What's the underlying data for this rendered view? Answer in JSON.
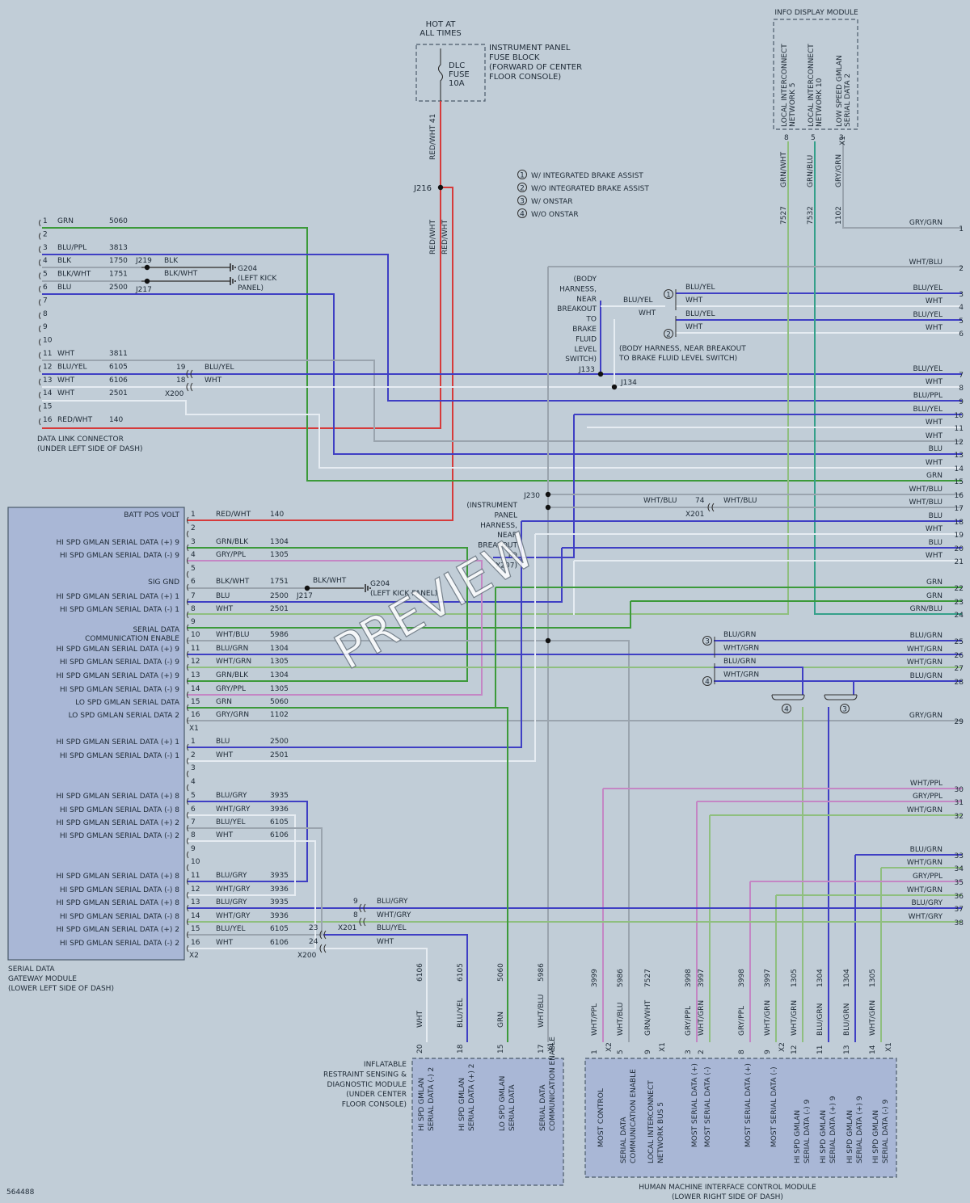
{
  "diagram_id": "564488",
  "fuse_block": {
    "hot_label": [
      "HOT AT",
      "ALL TIMES"
    ],
    "fuse": [
      "DLC",
      "FUSE",
      "10A"
    ],
    "name": [
      "INSTRUMENT PANEL",
      "FUSE BLOCK",
      "(FORWARD OF CENTER",
      "FLOOR CONSOLE)"
    ],
    "out_wire": "RED/WHT 41"
  },
  "splices": {
    "j216": "J216",
    "j219": "J219",
    "j217": "J217",
    "j133": "J133",
    "j134": "J134",
    "j230": "J230"
  },
  "legend": [
    {
      "n": "1",
      "t": "W/ INTEGRATED BRAKE ASSIST"
    },
    {
      "n": "2",
      "t": "W/O INTEGRATED BRAKE ASSIST"
    },
    {
      "n": "3",
      "t": "W/ ONSTAR"
    },
    {
      "n": "4",
      "t": "W/O ONSTAR"
    }
  ],
  "idm": {
    "title": "INFO DISPLAY MODULE",
    "pins": [
      {
        "label": [
          "LOCAL INTERCONNECT",
          "NETWORK 5"
        ],
        "pin": "8",
        "color": "GRN/WHT",
        "circuit": "7527"
      },
      {
        "label": [
          "LOCAL INTERCONNECT",
          "NETWORK 10"
        ],
        "pin": "5",
        "color": "GRN/BLU",
        "circuit": "7532"
      },
      {
        "label": [
          "LOW SPEED GMLAN",
          "SERIAL DATA 2"
        ],
        "pin": "3",
        "color": "GRY/GRN",
        "circuit": "1102"
      }
    ],
    "connector": "X1"
  },
  "dlc": {
    "title": [
      "DATA LINK CONNECTOR",
      "(UNDER LEFT SIDE OF DASH)"
    ],
    "pins": [
      {
        "n": "1",
        "c": "GRN",
        "ckt": "5060"
      },
      {
        "n": "2",
        "c": "",
        "ckt": ""
      },
      {
        "n": "3",
        "c": "BLU/PPL",
        "ckt": "3813"
      },
      {
        "n": "4",
        "c": "BLK",
        "ckt": "1750"
      },
      {
        "n": "5",
        "c": "BLK/WHT",
        "ckt": "1751"
      },
      {
        "n": "6",
        "c": "BLU",
        "ckt": "2500"
      },
      {
        "n": "7",
        "c": "",
        "ckt": ""
      },
      {
        "n": "8",
        "c": "",
        "ckt": ""
      },
      {
        "n": "9",
        "c": "",
        "ckt": ""
      },
      {
        "n": "10",
        "c": "",
        "ckt": ""
      },
      {
        "n": "11",
        "c": "WHT",
        "ckt": "3811"
      },
      {
        "n": "12",
        "c": "BLU/YEL",
        "ckt": "6105"
      },
      {
        "n": "13",
        "c": "WHT",
        "ckt": "6106"
      },
      {
        "n": "14",
        "c": "WHT",
        "ckt": "2501"
      },
      {
        "n": "15",
        "c": "",
        "ckt": ""
      },
      {
        "n": "16",
        "c": "RED/WHT",
        "ckt": "140"
      }
    ]
  },
  "x200_top": {
    "name": "X200",
    "p19": "19",
    "p18": "18",
    "w19": "BLU/YEL",
    "w18": "WHT"
  },
  "ground_top": {
    "blk": "BLK",
    "blkwht": "BLK/WHT",
    "name": "G204",
    "desc": [
      "(LEFT KICK",
      "PANEL)"
    ]
  },
  "body_harness": [
    "(BODY",
    "HARNESS,",
    "NEAR",
    "BREAKOUT",
    "TO",
    "BRAKE",
    "FLUID",
    "LEVEL",
    "SWITCH)"
  ],
  "body_harness2": [
    "(BODY HARNESS, NEAR BREAKOUT",
    "TO BRAKE FLUID LEVEL SWITCH)"
  ],
  "opt_wires": {
    "a1": "BLU/YEL",
    "a2": "WHT",
    "b1": "BLU/YEL",
    "b2": "WHT",
    "c1": "BLU/YEL",
    "c2": "WHT"
  },
  "ip_harness": [
    "(INSTRUMENT",
    "PANEL",
    "HARNESS,",
    "NEAR",
    "BREAKOUT",
    "TO",
    "X207)"
  ],
  "x201_top": {
    "name": "X201",
    "pin": "74",
    "left": "WHT/BLU",
    "right": "WHT/BLU"
  },
  "right_wires": [
    {
      "n": "1",
      "c": "GRY/GRN"
    },
    {
      "n": "2",
      "c": "WHT/BLU"
    },
    {
      "n": "3",
      "c": "BLU/YEL"
    },
    {
      "n": "4",
      "c": "WHT"
    },
    {
      "n": "5",
      "c": "BLU/YEL"
    },
    {
      "n": "6",
      "c": "WHT"
    },
    {
      "n": "7",
      "c": "BLU/YEL"
    },
    {
      "n": "8",
      "c": "WHT"
    },
    {
      "n": "9",
      "c": "BLU/PPL"
    },
    {
      "n": "10",
      "c": "BLU/YEL"
    },
    {
      "n": "11",
      "c": "WHT"
    },
    {
      "n": "12",
      "c": "WHT"
    },
    {
      "n": "13",
      "c": "BLU"
    },
    {
      "n": "14",
      "c": "WHT"
    },
    {
      "n": "15",
      "c": "GRN"
    },
    {
      "n": "16",
      "c": "WHT/BLU"
    },
    {
      "n": "17",
      "c": "WHT/BLU"
    },
    {
      "n": "18",
      "c": "BLU"
    },
    {
      "n": "19",
      "c": "WHT"
    },
    {
      "n": "20",
      "c": "BLU"
    },
    {
      "n": "21",
      "c": "WHT"
    },
    {
      "n": "22",
      "c": "GRN"
    },
    {
      "n": "23",
      "c": "GRN"
    },
    {
      "n": "24",
      "c": "GRN/BLU"
    },
    {
      "n": "25",
      "c": "BLU/GRN"
    },
    {
      "n": "26",
      "c": "WHT/GRN"
    },
    {
      "n": "27",
      "c": "WHT/GRN"
    },
    {
      "n": "28",
      "c": "BLU/GRN"
    },
    {
      "n": "29",
      "c": "GRY/GRN"
    },
    {
      "n": "30",
      "c": "WHT/PPL"
    },
    {
      "n": "31",
      "c": "GRY/PPL"
    },
    {
      "n": "32",
      "c": "WHT/GRN"
    },
    {
      "n": "33",
      "c": "BLU/GRN"
    },
    {
      "n": "34",
      "c": "WHT/GRN"
    },
    {
      "n": "35",
      "c": "GRY/PPL"
    },
    {
      "n": "36",
      "c": "WHT/GRN"
    },
    {
      "n": "37",
      "c": "BLU/GRY"
    },
    {
      "n": "38",
      "c": "WHT/GRY"
    }
  ],
  "onstar_wires": [
    "BLU/GRN",
    "WHT/GRN",
    "BLU/GRN",
    "WHT/GRN"
  ],
  "sdgm": {
    "title": [
      "SERIAL DATA",
      "GATEWAY MODULE",
      "(LOWER LEFT SIDE OF DASH)"
    ],
    "x1": [
      {
        "n": "1",
        "l": "BATT POS VOLT",
        "c": "RED/WHT",
        "ckt": "140"
      },
      {
        "n": "2",
        "l": "",
        "c": "",
        "ckt": ""
      },
      {
        "n": "3",
        "l": "HI SPD GMLAN SERIAL DATA (+) 9",
        "c": "GRN/BLK",
        "ckt": "1304"
      },
      {
        "n": "4",
        "l": "HI SPD GMLAN SERIAL DATA (-) 9",
        "c": "GRY/PPL",
        "ckt": "1305"
      },
      {
        "n": "5",
        "l": "",
        "c": "",
        "ckt": ""
      },
      {
        "n": "6",
        "l": "SIG GND",
        "c": "BLK/WHT",
        "ckt": "1751"
      },
      {
        "n": "7",
        "l": "HI SPD GMLAN SERIAL DATA (+) 1",
        "c": "BLU",
        "ckt": "2500"
      },
      {
        "n": "8",
        "l": "HI SPD GMLAN SERIAL DATA (-) 1",
        "c": "WHT",
        "ckt": "2501"
      },
      {
        "n": "9",
        "l": "",
        "c": "",
        "ckt": ""
      },
      {
        "n": "10",
        "l": "SERIAL DATA COMMUNICATION ENABLE",
        "c": "WHT/BLU",
        "ckt": "5986"
      },
      {
        "n": "11",
        "l": "HI SPD GMLAN SERIAL DATA (+) 9",
        "c": "BLU/GRN",
        "ckt": "1304"
      },
      {
        "n": "12",
        "l": "HI SPD GMLAN SERIAL DATA (-) 9",
        "c": "WHT/GRN",
        "ckt": "1305"
      },
      {
        "n": "13",
        "l": "HI SPD GMLAN SERIAL DATA (+) 9",
        "c": "GRN/BLK",
        "ckt": "1304"
      },
      {
        "n": "14",
        "l": "HI SPD GMLAN SERIAL DATA (-) 9",
        "c": "GRY/PPL",
        "ckt": "1305"
      },
      {
        "n": "15",
        "l": "LO SPD GMLAN SERIAL DATA",
        "c": "GRN",
        "ckt": "5060"
      },
      {
        "n": "16",
        "l": "LO SPD GMLAN SERIAL DATA 2",
        "c": "GRY/GRN",
        "ckt": "1102"
      }
    ],
    "x2": [
      {
        "n": "1",
        "l": "HI SPD GMLAN SERIAL DATA (+) 1",
        "c": "BLU",
        "ckt": "2500"
      },
      {
        "n": "2",
        "l": "HI SPD GMLAN SERIAL DATA (-) 1",
        "c": "WHT",
        "ckt": "2501"
      },
      {
        "n": "3",
        "l": "",
        "c": "",
        "ckt": ""
      },
      {
        "n": "4",
        "l": "",
        "c": "",
        "ckt": ""
      },
      {
        "n": "5",
        "l": "HI SPD GMLAN SERIAL DATA (+) 8",
        "c": "BLU/GRY",
        "ckt": "3935"
      },
      {
        "n": "6",
        "l": "HI SPD GMLAN SERIAL DATA (-) 8",
        "c": "WHT/GRY",
        "ckt": "3936"
      },
      {
        "n": "7",
        "l": "HI SPD GMLAN SERIAL DATA (+) 2",
        "c": "BLU/YEL",
        "ckt": "6105"
      },
      {
        "n": "8",
        "l": "HI SPD GMLAN SERIAL DATA (-) 2",
        "c": "WHT",
        "ckt": "6106"
      },
      {
        "n": "9",
        "l": "",
        "c": "",
        "ckt": ""
      },
      {
        "n": "10",
        "l": "",
        "c": "",
        "ckt": ""
      },
      {
        "n": "11",
        "l": "HI SPD GMLAN SERIAL DATA (+) 8",
        "c": "BLU/GRY",
        "ckt": "3935"
      },
      {
        "n": "12",
        "l": "HI SPD GMLAN SERIAL DATA (-) 8",
        "c": "WHT/GRY",
        "ckt": "3936"
      },
      {
        "n": "13",
        "l": "HI SPD GMLAN SERIAL DATA (+) 8",
        "c": "BLU/GRY",
        "ckt": "3935"
      },
      {
        "n": "14",
        "l": "HI SPD GMLAN SERIAL DATA (-) 8",
        "c": "WHT/GRY",
        "ckt": "3936"
      },
      {
        "n": "15",
        "l": "HI SPD GMLAN SERIAL DATA (+) 2",
        "c": "BLU/YEL",
        "ckt": "6105"
      },
      {
        "n": "16",
        "l": "HI SPD GMLAN SERIAL DATA (-) 2",
        "c": "WHT",
        "ckt": "6106"
      }
    ]
  },
  "x1_label": "X1",
  "x2_label": "X2",
  "ground_mid": {
    "wire": "BLK/WHT",
    "name": "G204",
    "desc": "(LEFT KICK PANEL)"
  },
  "x201_mid": {
    "name": "X201",
    "p23": "23",
    "p24": "24",
    "w23": "BLU/YEL",
    "w24": "WHT"
  },
  "x200_mid": {
    "name": "X200",
    "p9": "9",
    "p8": "8",
    "w9": "BLU/GRY",
    "w8": "WHT/GRY"
  },
  "irsdm": {
    "title": [
      "INFLATABLE",
      "RESTRAINT SENSING &",
      "DIAGNOSTIC MODULE",
      "(UNDER CENTER",
      "FLOOR CONSOLE)"
    ],
    "wires": [
      {
        "pin": "20",
        "c": "WHT",
        "ckt": "6106",
        "label": [
          "HI SPD GMLAN",
          "SERIAL DATA (-) 2"
        ]
      },
      {
        "pin": "18",
        "c": "BLU/YEL",
        "ckt": "6105",
        "label": [
          "HI SPD GMLAN",
          "SERIAL DATA (+) 2"
        ]
      },
      {
        "pin": "15",
        "c": "GRN",
        "ckt": "5060",
        "label": [
          "LO SPD GMLAN",
          "SERIAL DATA"
        ]
      },
      {
        "pin": "17",
        "c": "WHT/BLU",
        "ckt": "5986",
        "label": [
          "SERIAL DATA",
          "COMMUNICATION ENABLE"
        ]
      }
    ]
  },
  "hmi": {
    "title": [
      "HUMAN MACHINE INTERFACE CONTROL MODULE",
      "(LOWER RIGHT SIDE OF DASH)"
    ],
    "wires": [
      {
        "pin": "1",
        "c": "WHT/PPL",
        "ckt": "3999",
        "label": [
          "MOST CONTROL"
        ]
      },
      {
        "pin": "5",
        "c": "WHT/BLU",
        "ckt": "5986",
        "label": [
          "SERIAL DATA",
          "COMMUNICATION ENABLE"
        ]
      },
      {
        "pin": "9",
        "c": "GRN/WHT",
        "ckt": "7527",
        "label": [
          "LOCAL INTERCONNECT",
          "NETWORK BUS 5"
        ]
      },
      {
        "pin": "3",
        "c": "GRY/PPL",
        "ckt": "3998",
        "label": [
          "MOST SERIAL DATA (+)"
        ]
      },
      {
        "pin": "2",
        "c": "WHT/GRN",
        "ckt": "3997",
        "label": [
          "MOST SERIAL DATA (-)"
        ]
      },
      {
        "pin": "8",
        "c": "GRY/PPL",
        "ckt": "3998",
        "label": [
          "MOST SERIAL DATA (+)"
        ]
      },
      {
        "pin": "9",
        "c": "WHT/GRN",
        "ckt": "3997",
        "label": [
          "MOST SERIAL DATA (-)"
        ]
      },
      {
        "pin": "12",
        "c": "WHT/GRN",
        "ckt": "1305",
        "label": [
          "HI SPD GMLAN",
          "SERIAL DATA (-) 9"
        ]
      },
      {
        "pin": "11",
        "c": "BLU/GRN",
        "ckt": "1304",
        "label": [
          "HI SPD GMLAN",
          "SERIAL DATA (+) 9"
        ]
      },
      {
        "pin": "13",
        "c": "BLU/GRN",
        "ckt": "1304",
        "label": [
          "HI SPD GMLAN",
          "SERIAL DATA (+) 9"
        ]
      },
      {
        "pin": "14",
        "c": "WHT/GRN",
        "ckt": "1305",
        "label": [
          "HI SPD GMLAN",
          "SERIAL DATA (-) 9"
        ]
      }
    ],
    "conn": [
      "X2",
      "X1",
      "X2",
      "X1"
    ]
  },
  "watermark": "PREVIEW",
  "colors": {
    "background": "#c1cdd7",
    "module_fill": "#a9b7d6",
    "green": "#3c9a3a",
    "blue": "#3f3fc4",
    "red": "#d63a3a",
    "white_wire": "#e6ecf2",
    "gray": "#9aa4ae",
    "purple": "#c486c4",
    "light_green": "#8fbf7f",
    "green_blue": "#35a08a",
    "text": "#1e2a36"
  }
}
